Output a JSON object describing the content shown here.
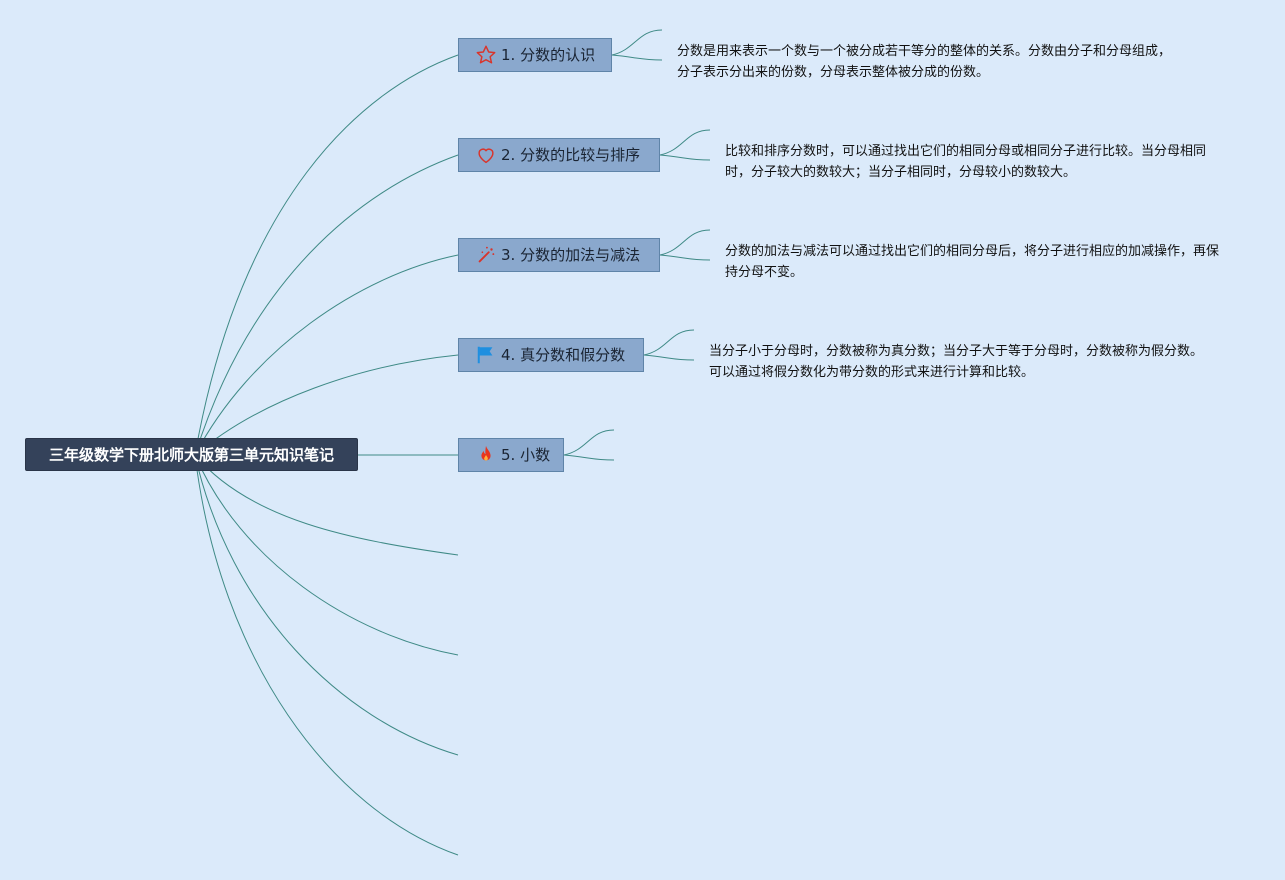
{
  "root": {
    "title": "三年级数学下册北师大版第三单元知识笔记"
  },
  "branches": [
    {
      "label": "1. 分数的认识",
      "icon": "star-icon",
      "note": "分数是用来表示一个数与一个被分成若干等分的整体的关系。分数由分子和分母组成，分子表示分出来的份数，分母表示整体被分成的份数。"
    },
    {
      "label": "2. 分数的比较与排序",
      "icon": "heart-icon",
      "note": "比较和排序分数时，可以通过找出它们的相同分母或相同分子进行比较。当分母相同时，分子较大的数较大；当分子相同时，分母较小的数较大。"
    },
    {
      "label": "3. 分数的加法与减法",
      "icon": "magic-wand-icon",
      "note": "分数的加法与减法可以通过找出它们的相同分母后，将分子进行相应的加减操作，再保持分母不变。"
    },
    {
      "label": "4. 真分数和假分数",
      "icon": "flag-icon",
      "note": "当分子小于分母时，分数被称为真分数；当分子大于等于分母时，分数被称为假分数。可以通过将假分数化为带分数的形式来进行计算和比较。"
    },
    {
      "label": "5. 小数",
      "icon": "fire-icon",
      "note": ""
    }
  ],
  "colors": {
    "background": "#dbeafa",
    "root": "#34425a",
    "branch": "#8aa8cd",
    "connector": "#3f8a86"
  }
}
